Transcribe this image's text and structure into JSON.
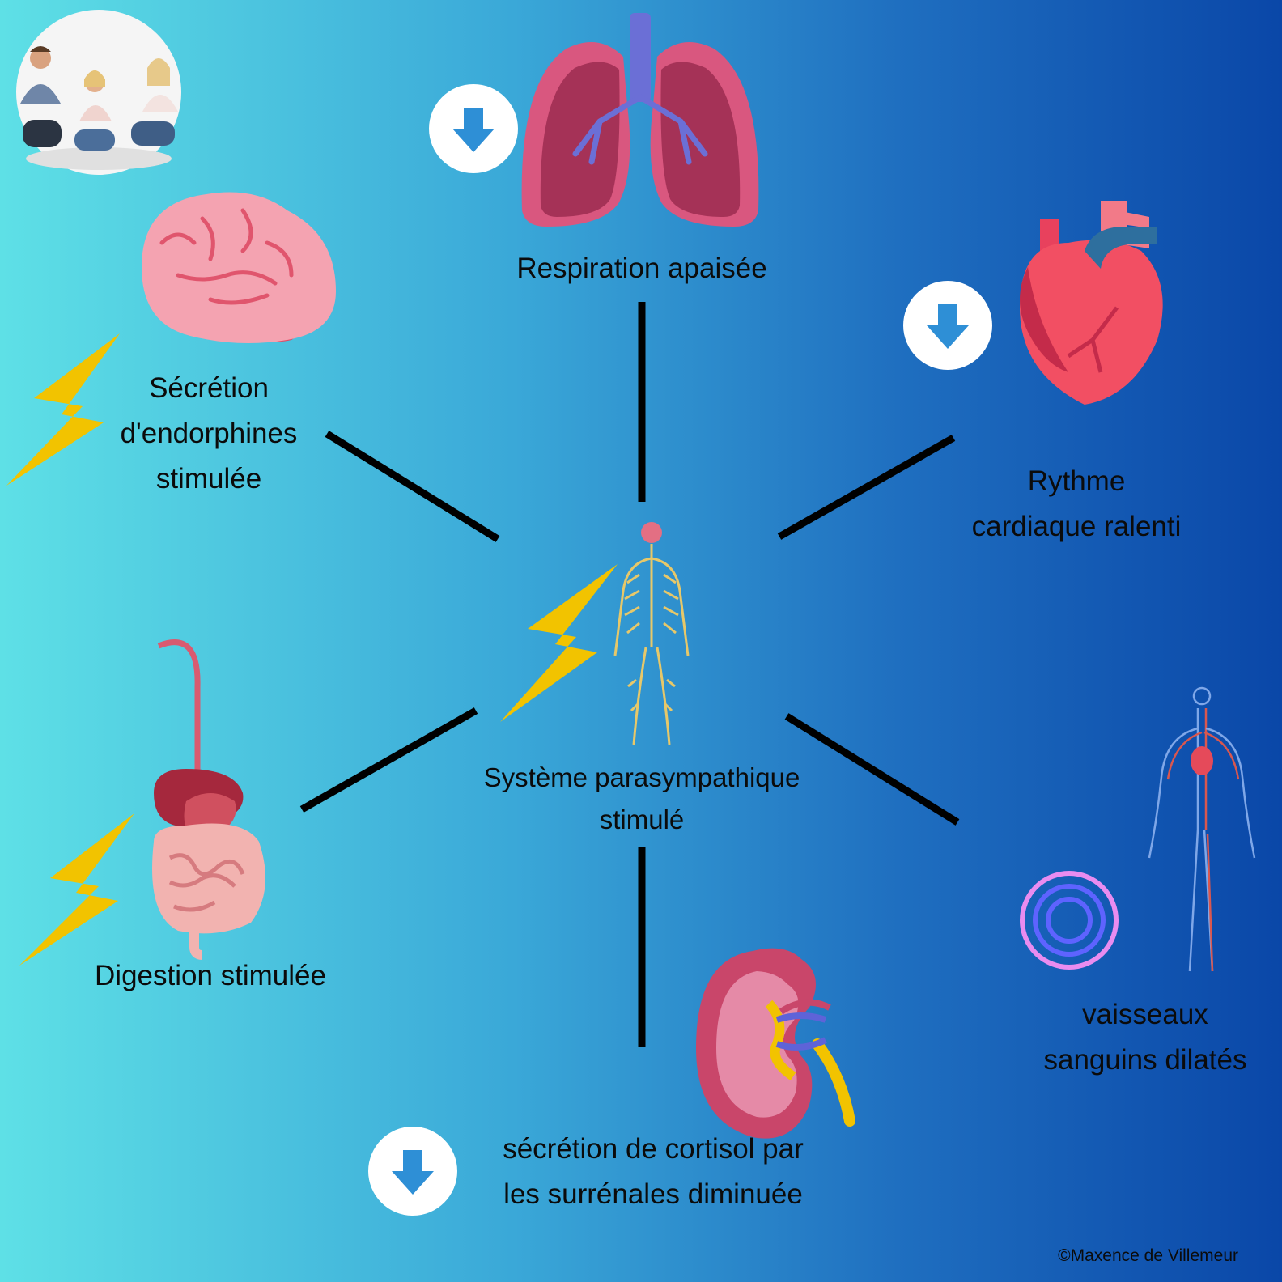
{
  "center": {
    "line1": "Système parasympathique",
    "line2": "stimulé"
  },
  "nodes": {
    "respiration": {
      "line1": "Respiration apaisée"
    },
    "endorphines": {
      "line1": "Sécrétion",
      "line2": "d'endorphines",
      "line3": "stimulée"
    },
    "rythme": {
      "line1": "Rythme",
      "line2": "cardiaque ralenti"
    },
    "digestion": {
      "line1": "Digestion stimulée"
    },
    "vaisseaux": {
      "line1": "vaisseaux",
      "line2": "sanguins dilatés"
    },
    "cortisol": {
      "line1": "sécrétion de cortisol par",
      "line2": "les surrénales diminuée"
    }
  },
  "credit": "©Maxence de Villemeur",
  "colors": {
    "bolt": "#f2c300",
    "arrow": "#2e8fd6",
    "connector": "#000000"
  },
  "icons": [
    "meditation-photo",
    "lungs-icon",
    "heart-icon",
    "brain-icon",
    "nervous-system-icon",
    "digestive-system-icon",
    "kidney-icon",
    "circulatory-system-icon",
    "dilation-rings-icon",
    "lightning-bolt-icon",
    "down-arrow-icon"
  ]
}
